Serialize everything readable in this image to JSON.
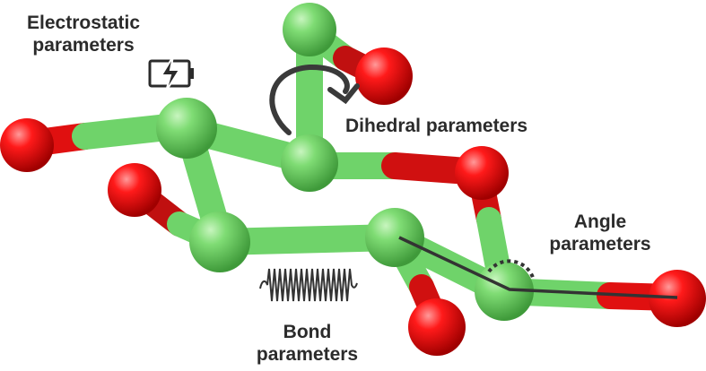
{
  "labels": {
    "electrostatic": {
      "line1": "Electrostatic",
      "line2": "parameters"
    },
    "dihedral": {
      "text": "Dihedral parameters"
    },
    "angle": {
      "line1": "Angle",
      "line2": "parameters"
    },
    "bond": {
      "line1": "Bond",
      "line2": "parameters"
    }
  },
  "colors": {
    "carbon_green": "#6fd36a",
    "oxygen_red": "#ff1a1a",
    "annotation_dark": "#333333",
    "text": "#2b2b2b"
  },
  "icons": [
    "battery-charging-icon",
    "rotation-arrow-icon",
    "spring-icon",
    "angle-arc-icon"
  ]
}
